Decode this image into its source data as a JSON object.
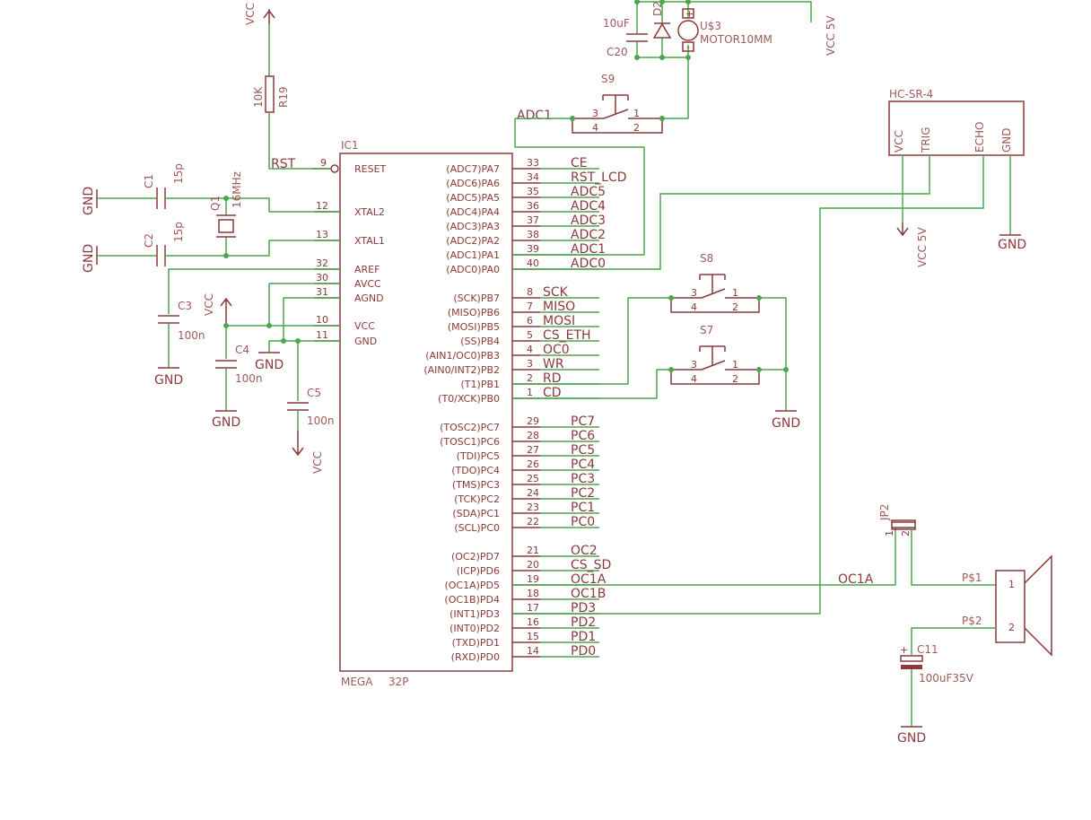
{
  "ic": {
    "ref": "IC1",
    "value_a": "MEGA",
    "value_b": "32P",
    "left_pins": [
      {
        "name": "RESET",
        "num": "9"
      },
      {
        "name": "XTAL2",
        "num": "12"
      },
      {
        "name": "XTAL1",
        "num": "13"
      },
      {
        "name": "AREF",
        "num": "32"
      },
      {
        "name": "AVCC",
        "num": "30"
      },
      {
        "name": "AGND",
        "num": "31"
      },
      {
        "name": "VCC",
        "num": "10"
      },
      {
        "name": "GND",
        "num": "11"
      }
    ],
    "right_pins": [
      {
        "name": "(ADC7)PA7",
        "num": "33",
        "net": "CE"
      },
      {
        "name": "(ADC6)PA6",
        "num": "34",
        "net": "RST_LCD"
      },
      {
        "name": "(ADC5)PA5",
        "num": "35",
        "net": "ADC5"
      },
      {
        "name": "(ADC4)PA4",
        "num": "36",
        "net": "ADC4"
      },
      {
        "name": "(ADC3)PA3",
        "num": "37",
        "net": "ADC3"
      },
      {
        "name": "(ADC2)PA2",
        "num": "38",
        "net": "ADC2"
      },
      {
        "name": "(ADC1)PA1",
        "num": "39",
        "net": "ADC1"
      },
      {
        "name": "(ADC0)PA0",
        "num": "40",
        "net": "ADC0"
      },
      {
        "name": "(SCK)PB7",
        "num": "8",
        "net": "SCK"
      },
      {
        "name": "(MISO)PB6",
        "num": "7",
        "net": "MISO"
      },
      {
        "name": "(MOSI)PB5",
        "num": "6",
        "net": "MOSI"
      },
      {
        "name": "(SS)PB4",
        "num": "5",
        "net": "CS_ETH"
      },
      {
        "name": "(AIN1/OC0)PB3",
        "num": "4",
        "net": "OC0"
      },
      {
        "name": "(AIN0/INT2)PB2",
        "num": "3",
        "net": "WR"
      },
      {
        "name": "(T1)PB1",
        "num": "2",
        "net": "RD"
      },
      {
        "name": "(T0/XCK)PB0",
        "num": "1",
        "net": "CD"
      },
      {
        "name": "(TOSC2)PC7",
        "num": "29",
        "net": "PC7"
      },
      {
        "name": "(TOSC1)PC6",
        "num": "28",
        "net": "PC6"
      },
      {
        "name": "(TDI)PC5",
        "num": "27",
        "net": "PC5"
      },
      {
        "name": "(TDO)PC4",
        "num": "26",
        "net": "PC4"
      },
      {
        "name": "(TMS)PC3",
        "num": "25",
        "net": "PC3"
      },
      {
        "name": "(TCK)PC2",
        "num": "24",
        "net": "PC2"
      },
      {
        "name": "(SDA)PC1",
        "num": "23",
        "net": "PC1"
      },
      {
        "name": "(SCL)PC0",
        "num": "22",
        "net": "PC0"
      },
      {
        "name": "(OC2)PD7",
        "num": "21",
        "net": "OC2"
      },
      {
        "name": "(ICP)PD6",
        "num": "20",
        "net": "CS_SD"
      },
      {
        "name": "(OC1A)PD5",
        "num": "19",
        "net": "OC1A"
      },
      {
        "name": "(OC1B)PD4",
        "num": "18",
        "net": "OC1B"
      },
      {
        "name": "(INT1)PD3",
        "num": "17",
        "net": "PD3"
      },
      {
        "name": "(INT0)PD2",
        "num": "16",
        "net": "PD2"
      },
      {
        "name": "(TXD)PD1",
        "num": "15",
        "net": "PD1"
      },
      {
        "name": "(RXD)PD0",
        "num": "14",
        "net": "PD0"
      }
    ]
  },
  "labels": {
    "vcc": "VCC",
    "vcc5v": "VCC 5V",
    "gnd": "GND",
    "rst": "RST",
    "adc1": "ADC1",
    "oc1a": "OC1A",
    "r19_ref": "R19",
    "r19_val": "10K",
    "c1_ref": "C1",
    "c1_val": "15p",
    "c2_ref": "C2",
    "c2_val": "15p",
    "q1_ref": "Q1",
    "q1_val": "16MHz",
    "c3_ref": "C3",
    "c3_val": "100n",
    "c4_ref": "C4",
    "c4_val": "100n",
    "c5_ref": "C5",
    "c5_val": "100n",
    "c20_ref": "C20",
    "c20_val": "10uF",
    "d2_ref": "D2",
    "u3_ref": "U$3",
    "u3_val": "MOTOR10MM",
    "s9": "S9",
    "s8": "S8",
    "s7": "S7",
    "hc_title": "HC-SR-4",
    "hc_vcc": "VCC",
    "hc_trig": "TRIG",
    "hc_echo": "ECHO",
    "hc_gnd": "GND",
    "jp2": "JP2",
    "p1": "P$1",
    "p2": "P$2",
    "c11_ref": "C11",
    "c11_val": "100uF35V",
    "sw_p1": "1",
    "sw_p2": "2",
    "sw_p3": "3",
    "sw_p4": "4",
    "spk_1": "1",
    "spk_2": "2",
    "jp_1": "1",
    "jp_2": "2",
    "plus": "+",
    "minus": "-"
  }
}
